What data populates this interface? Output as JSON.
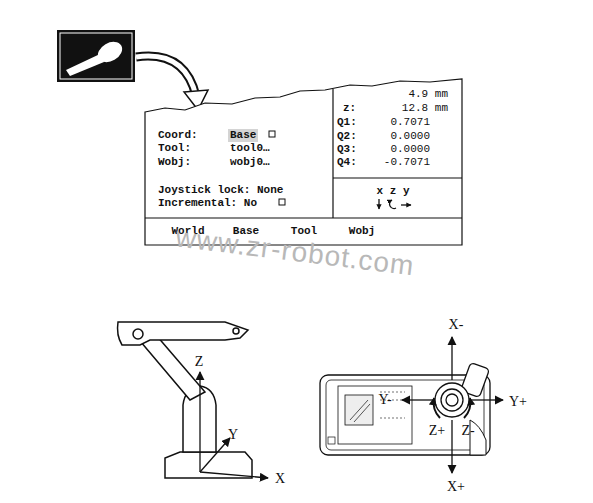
{
  "diagram": {
    "labels": [
      "4.9 mm",
      "z:",
      "12.8 mm",
      "Q1:",
      "0.7071",
      "Q2:",
      "0.0000",
      "Q3:",
      "0.0000",
      "Q4:",
      "-0.7071",
      "Coord:",
      "Base",
      "Tool:",
      "tool0…",
      "Wobj:",
      "wobj0…",
      "Joystick lock: None",
      "Incremental: No",
      "x z y",
      "World",
      "Base",
      "Tool",
      "Wobj",
      "www.zr-robot.com",
      "Z",
      "Y",
      "X",
      "X-",
      "Y-",
      "Y+",
      "Z+",
      "Z-",
      "X+"
    ]
  }
}
